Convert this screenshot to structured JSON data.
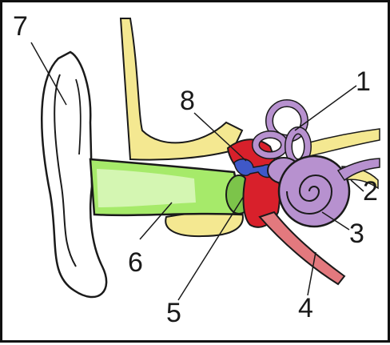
{
  "figure": {
    "labels": [
      {
        "id": "7",
        "part": "auricle"
      },
      {
        "id": "1",
        "part": "semicircular-canals"
      },
      {
        "id": "8",
        "part": "ossicles"
      },
      {
        "id": "2",
        "part": "auditory-nerve"
      },
      {
        "id": "3",
        "part": "cochlea"
      },
      {
        "id": "6",
        "part": "ear-canal"
      },
      {
        "id": "5",
        "part": "eardrum"
      },
      {
        "id": "4",
        "part": "eustachian-tube"
      }
    ]
  },
  "colors": {
    "bone": "#f4e891",
    "canal": "#a6ea6a",
    "middle_ear": "#d8202b",
    "inner_ear": "#b791cf",
    "ossicles": "#3f58c8",
    "outline": "#1a1a1a",
    "tube": "#e3797e"
  }
}
